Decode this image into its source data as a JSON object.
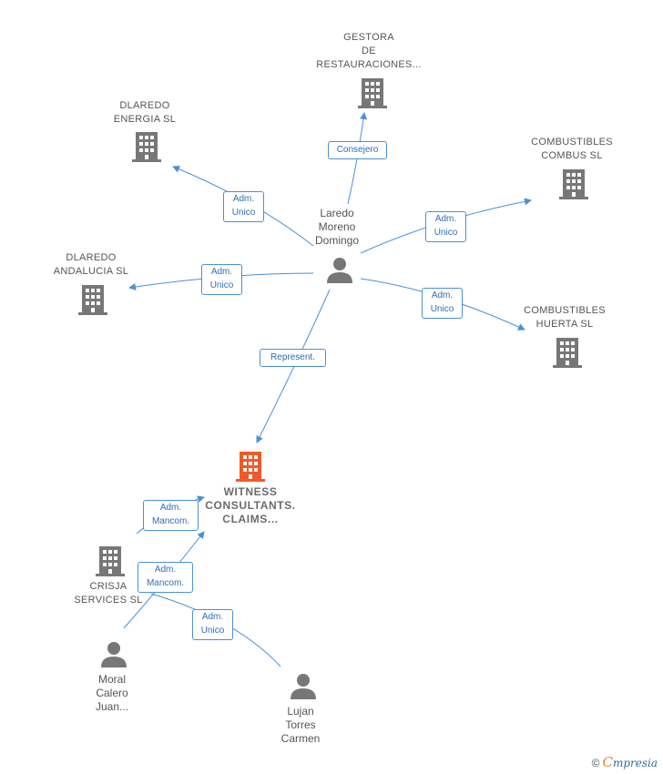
{
  "colors": {
    "edge": "#4a90d9",
    "node_icon": "#777777",
    "main_icon": "#f05a28",
    "badge_text": "#2e6db4"
  },
  "nodes": {
    "gestora": {
      "label": "GESTORA\nDE\nRESTAURACIONES...",
      "icon": "building-icon"
    },
    "dlaredo_energia": {
      "label": "DLAREDO\nENERGIA  SL",
      "icon": "building-icon"
    },
    "combustibles_combus": {
      "label": "COMBUSTIBLES\nCOMBUS  SL",
      "icon": "building-icon"
    },
    "dlaredo_andalucia": {
      "label": "DLAREDO\nANDALUCIA  SL",
      "icon": "building-icon"
    },
    "combustibles_huerta": {
      "label": "COMBUSTIBLES\nHUERTA  SL",
      "icon": "building-icon"
    },
    "laredo": {
      "label": "Laredo\nMoreno\nDomingo",
      "icon": "person-icon"
    },
    "witness": {
      "label": "WITNESS\nCONSULTANTS.\nCLAIMS...",
      "icon": "building-icon"
    },
    "crisja": {
      "label": "CRISJA\nSERVICES  SL",
      "icon": "building-icon"
    },
    "moral": {
      "label": "Moral\nCalero\nJuan...",
      "icon": "person-icon"
    },
    "lujan": {
      "label": "Lujan\nTorres\nCarmen",
      "icon": "person-icon"
    }
  },
  "edges": {
    "consejero": "Consejero",
    "adm_unico_energia": "Adm.\nUnico",
    "adm_unico_combus": "Adm.\nUnico",
    "adm_unico_andalucia": "Adm.\nUnico",
    "adm_unico_huerta": "Adm.\nUnico",
    "represent": "Represent.",
    "adm_mancom_1": "Adm.\nMancom.",
    "adm_mancom_2": "Adm.\nMancom.",
    "adm_unico_lujan": "Adm.\nUnico"
  },
  "footer": {
    "copyright": "©",
    "brand_initial": "C",
    "brand_rest": "mpresia"
  }
}
